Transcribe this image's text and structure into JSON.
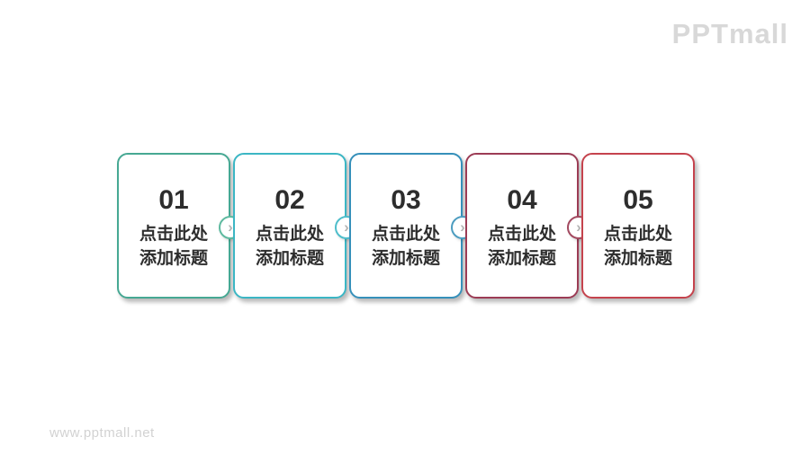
{
  "brand": {
    "logo_text": "PPTmall",
    "footer_url": "www.pptmall.net"
  },
  "steps": [
    {
      "number": "01",
      "title_line1": "点击此处",
      "title_line2": "添加标题",
      "border_color": "#46a893"
    },
    {
      "number": "02",
      "title_line1": "点击此处",
      "title_line2": "添加标题",
      "border_color": "#3bb6c4"
    },
    {
      "number": "03",
      "title_line1": "点击此处",
      "title_line2": "添加标题",
      "border_color": "#3690ba"
    },
    {
      "number": "04",
      "title_line1": "点击此处",
      "title_line2": "添加标题",
      "border_color": "#9c3c55"
    },
    {
      "number": "05",
      "title_line1": "点击此处",
      "title_line2": "添加标题",
      "border_color": "#c5434d"
    }
  ],
  "connectors": [
    {
      "icon": "chevron-right",
      "glyph": "›",
      "ring_color": "#5fbaa0"
    },
    {
      "icon": "chevron-right",
      "glyph": "›",
      "ring_color": "#4fbecb"
    },
    {
      "icon": "chevron-right",
      "glyph": "›",
      "ring_color": "#4d9dc0"
    },
    {
      "icon": "chevron-right",
      "glyph": "›",
      "ring_color": "#a34a60"
    }
  ],
  "colors": {
    "background": "#ffffff",
    "text": "#2d2d2d",
    "chevron": "#b5b5b5",
    "logo": "#d8d8d8",
    "footer": "#d2d2d2"
  }
}
